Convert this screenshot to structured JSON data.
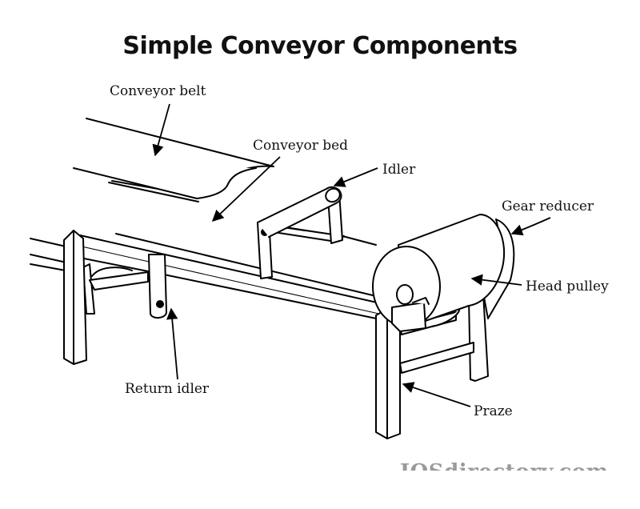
{
  "diagram": {
    "title": "Simple Conveyor Components",
    "labels": {
      "conveyor_belt": "Conveyor belt",
      "conveyor_bed": "Conveyor bed",
      "idler": "Idler",
      "gear_reducer": "Gear reducer",
      "head_pulley": "Head pulley",
      "return_idler": "Return idler",
      "praze": "Praze"
    },
    "watermark": "IQSdirectory.com"
  }
}
